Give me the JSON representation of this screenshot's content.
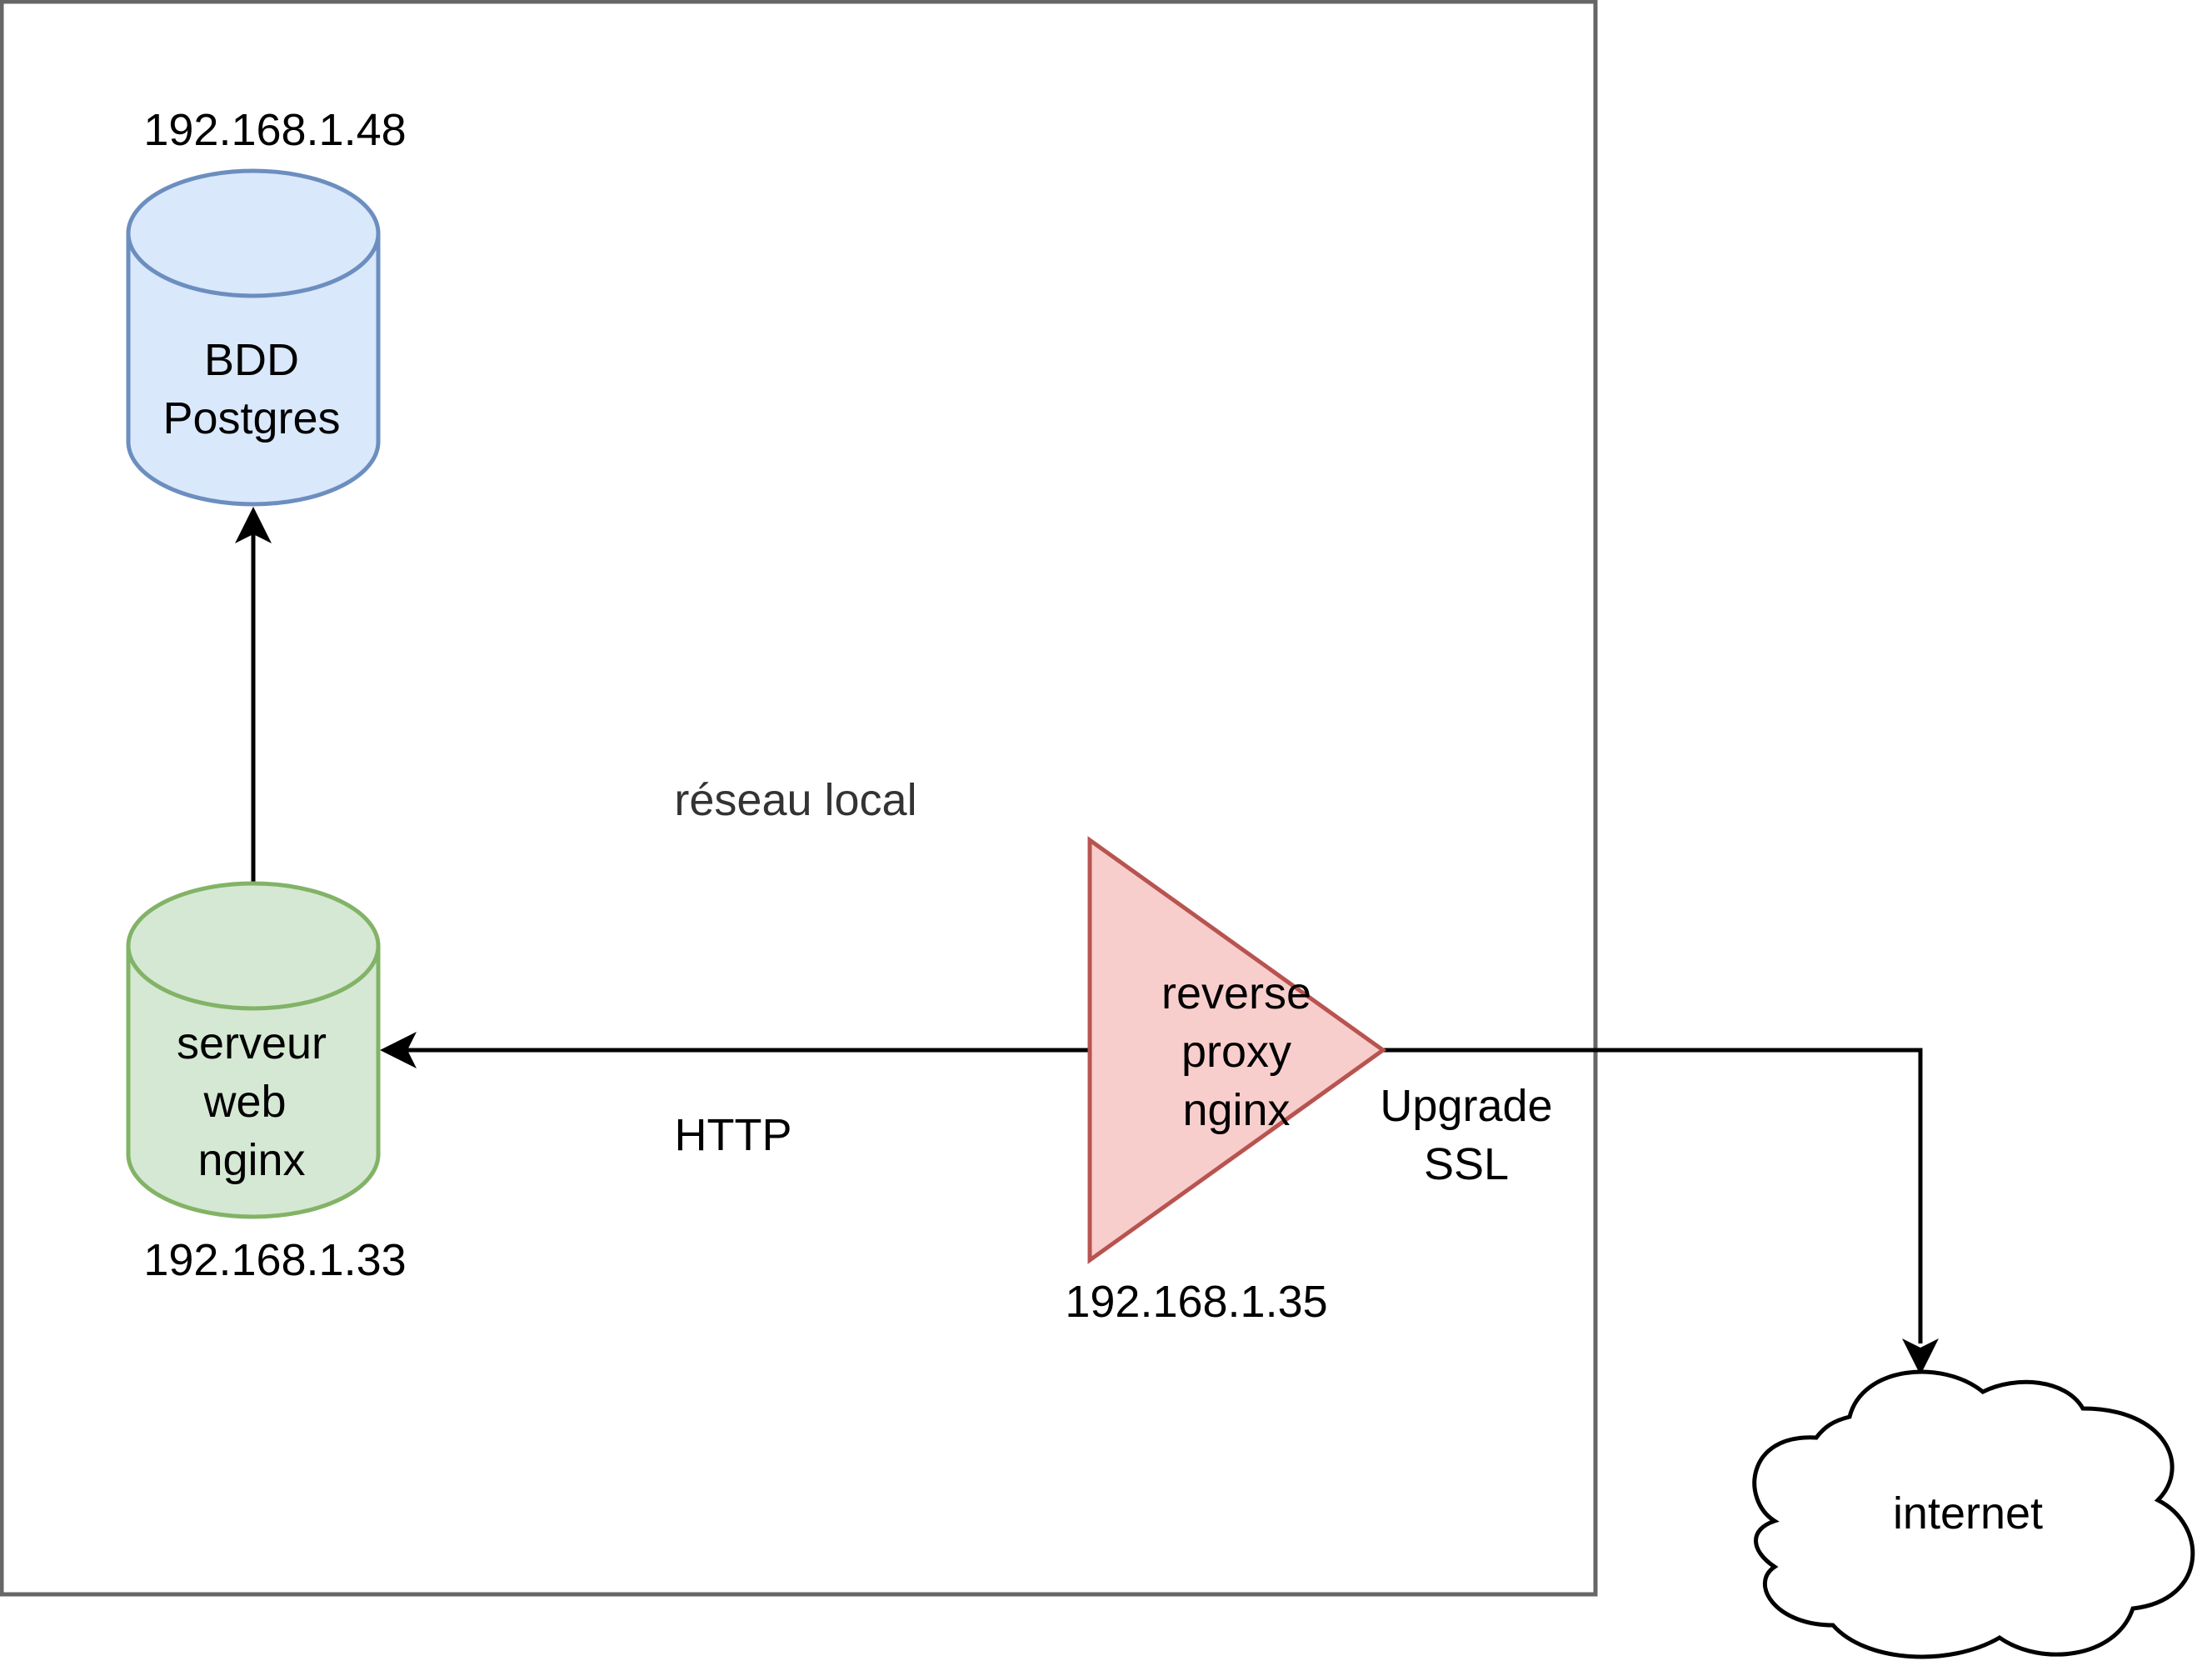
{
  "diagram": {
    "network_label": "réseau local",
    "database": {
      "line1": "BDD",
      "line2": "Postgres",
      "ip": "192.168.1.48"
    },
    "web_server": {
      "line1": "serveur",
      "line2": "web",
      "line3": "nginx",
      "ip": "192.168.1.33"
    },
    "reverse_proxy": {
      "line1": "reverse",
      "line2": "proxy",
      "line3": "nginx",
      "ip": "192.168.1.35"
    },
    "internet": {
      "label": "internet"
    },
    "edges": {
      "proxy_to_web": "HTTP",
      "proxy_to_internet_line1": "Upgrade",
      "proxy_to_internet_line2": "SSL"
    }
  },
  "colors": {
    "database_fill": "#dae8fc",
    "database_stroke": "#6c8ebf",
    "web_fill": "#d5e8d4",
    "web_stroke": "#82b366",
    "proxy_fill": "#f8cecc",
    "proxy_stroke": "#b85450",
    "frame_stroke": "#666666",
    "edge_stroke": "#000000"
  }
}
